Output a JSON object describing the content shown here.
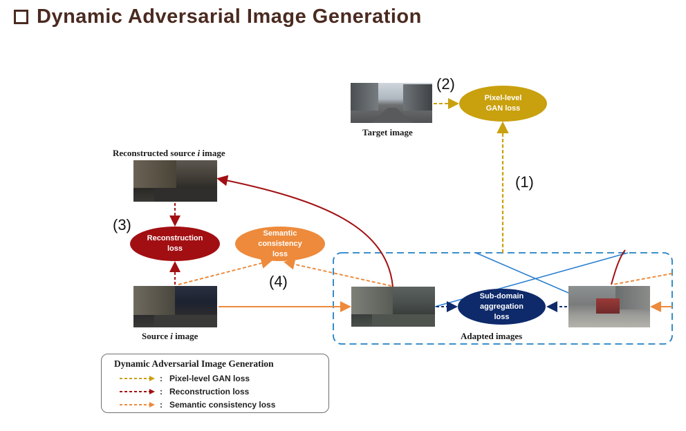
{
  "page": {
    "title": "Dynamic Adversarial Image Generation"
  },
  "diagram": {
    "images": {
      "target_caption": "Target image",
      "reconstructed_caption_prefix": "Reconstructed source ",
      "reconstructed_caption_italic": "i",
      "reconstructed_caption_suffix": " image",
      "source_caption_prefix": "Source ",
      "source_caption_italic": "i",
      "source_caption_suffix": " image",
      "adapted_caption": "Adapted images"
    },
    "losses": {
      "pixel_line1": "Pixel-level",
      "pixel_line2": "GAN loss",
      "recon_line1": "Reconstruction",
      "recon_line2": "loss",
      "sem_line1": "Semantic",
      "sem_line2": "consistency",
      "sem_line3": "loss",
      "sub_line1": "Sub-domain",
      "sub_line2": "aggregation",
      "sub_line3": "loss"
    },
    "markers": {
      "m1": "(1)",
      "m2": "(2)",
      "m3": "(3)",
      "m4": "(4)"
    },
    "colors": {
      "pixel": "#c9a00e",
      "recon": "#a20f12",
      "semantic": "#ed8a3b",
      "subdomain": "#0e2a6b",
      "box": "#1f7fc4",
      "cross": "#2a7fd0"
    }
  },
  "legend": {
    "title": "Dynamic Adversarial Image Generation",
    "items": [
      {
        "colon": ":",
        "label": "Pixel-level GAN loss",
        "color": "#c9a00e"
      },
      {
        "colon": ":",
        "label": "Reconstruction loss",
        "color": "#a20f12"
      },
      {
        "colon": ":",
        "label": "Semantic consistency loss",
        "color": "#ed8a3b"
      }
    ]
  }
}
